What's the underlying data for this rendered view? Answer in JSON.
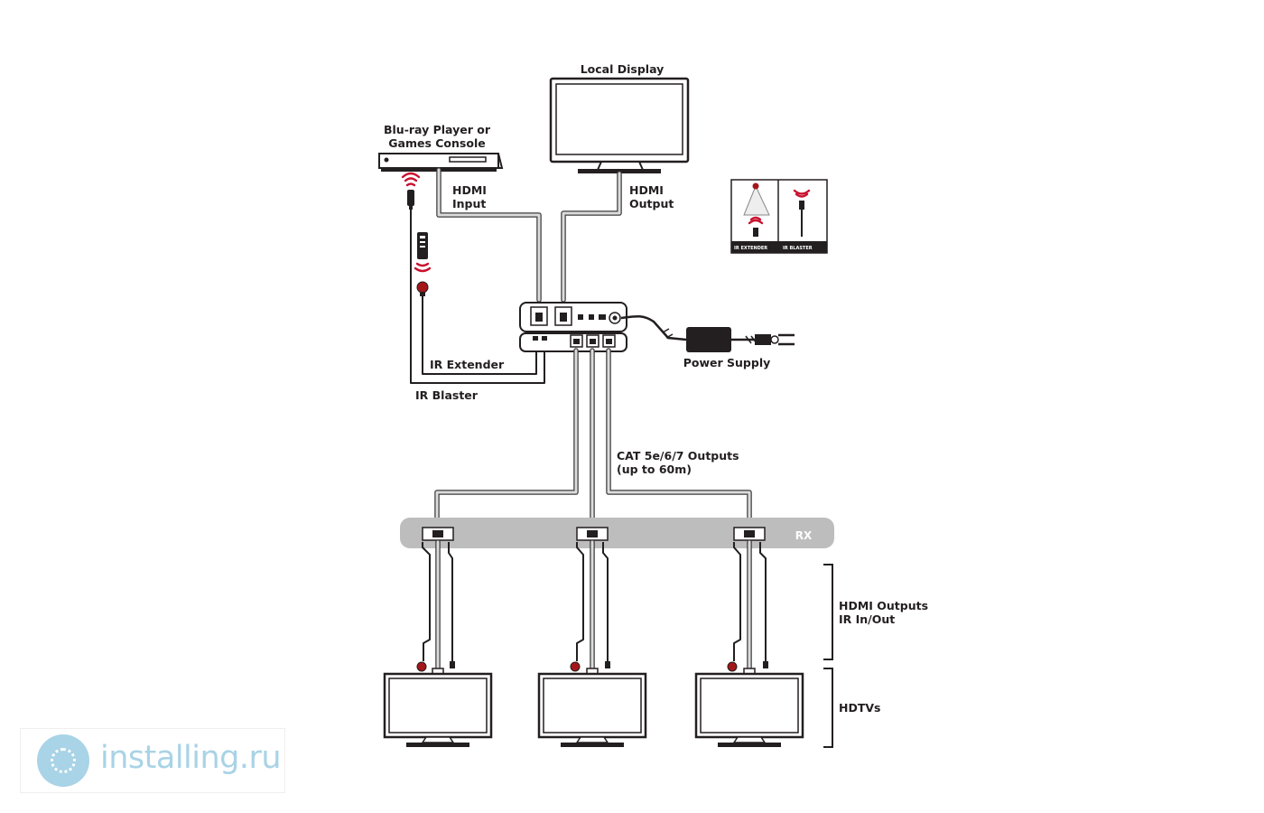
{
  "labels": {
    "local_display": "Local Display",
    "bluray_line1": "Blu-ray Player or",
    "bluray_line2": "Games Console",
    "hdmi_input_line1": "HDMI",
    "hdmi_input_line2": "Input",
    "hdmi_output_line1": "HDMI",
    "hdmi_output_line2": "Output",
    "ir_extender": "IR Extender",
    "ir_blaster": "IR Blaster",
    "power_supply": "Power Supply",
    "cat_outputs_line1": "CAT 5e/6/7 Outputs",
    "cat_outputs_line2": "(up to 60m)",
    "rx": "RX",
    "hdmi_outputs_line1": "HDMI Outputs",
    "hdmi_outputs_line2": "IR In/Out",
    "hdtvs": "HDTVs"
  },
  "legend": {
    "ir_extender_tab": "IR EXTENDER",
    "ir_blaster_tab": "IR BLASTER"
  },
  "watermark": {
    "text": "installing.ru"
  },
  "colors": {
    "ir_red": "#a4161a",
    "wave_red": "#c8102e",
    "rx_bar": "#bdbdbd",
    "watermark_blue": "#a9d3e6"
  }
}
